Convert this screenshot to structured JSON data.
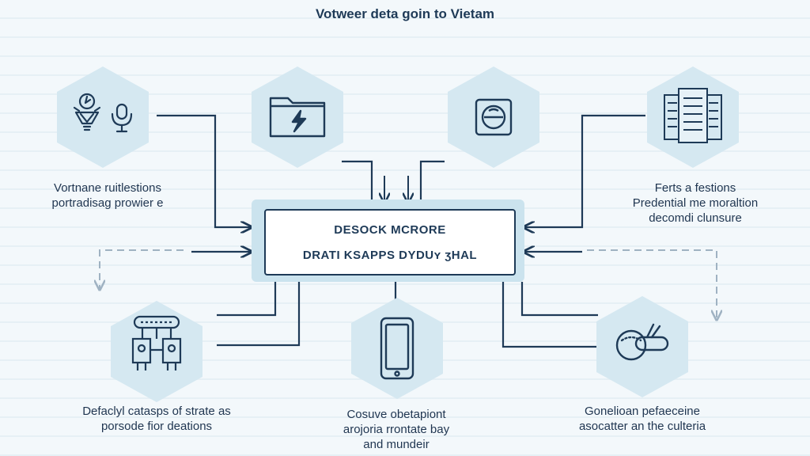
{
  "title": "Votweer deta goin to Vietam",
  "center": {
    "line1": "DESOCK MCRORE",
    "line2": "DRATI KSAPPS DYDUʏ ʒHAL"
  },
  "nodes": [
    {
      "id": "top-left",
      "icon": "lightbulb-icon",
      "lines": [
        "Vortnane ruitlestions",
        "portradisag prowier e"
      ]
    },
    {
      "id": "top-center-left",
      "icon": "folder-bolt-icon",
      "lines": []
    },
    {
      "id": "top-center-right",
      "icon": "gauge-icon",
      "lines": []
    },
    {
      "id": "top-right",
      "icon": "server-rack-icon",
      "lines": [
        "Ferts a festions",
        "Predential me moraltion",
        "decomdi clunsure"
      ]
    },
    {
      "id": "bottom-left",
      "icon": "circuit-icon",
      "lines": [
        "Defaclyl catasps of strate as",
        "porsode fior deations"
      ]
    },
    {
      "id": "bottom-center",
      "icon": "smartphone-icon",
      "lines": [
        "Cosuve obetapiont",
        "arojoria rrontate bay",
        "and mundeir"
      ]
    },
    {
      "id": "bottom-right",
      "icon": "magnifier-icon",
      "lines": [
        "Gonelioan pefaeceine",
        "asocatter an the culteria"
      ]
    }
  ],
  "colors": {
    "background": "#f3f8fb",
    "hexagon": "#d5e8f1",
    "line": "#1e3a57",
    "dashed": "#9fb2c2"
  }
}
